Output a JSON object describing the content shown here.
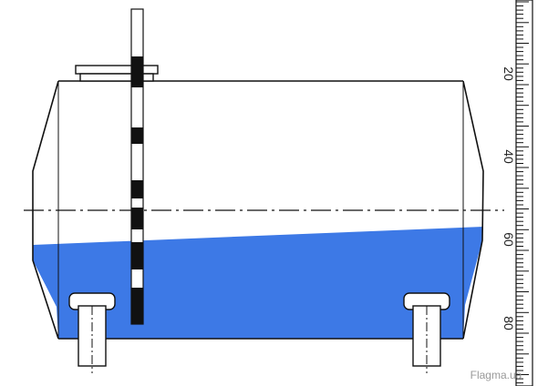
{
  "scale": {
    "labels": [
      "20",
      "40",
      "60",
      "80"
    ]
  },
  "watermark": "Flagma.ua",
  "colors": {
    "liquid": "#3d79e6",
    "outline": "#111111",
    "background": "#ffffff"
  }
}
